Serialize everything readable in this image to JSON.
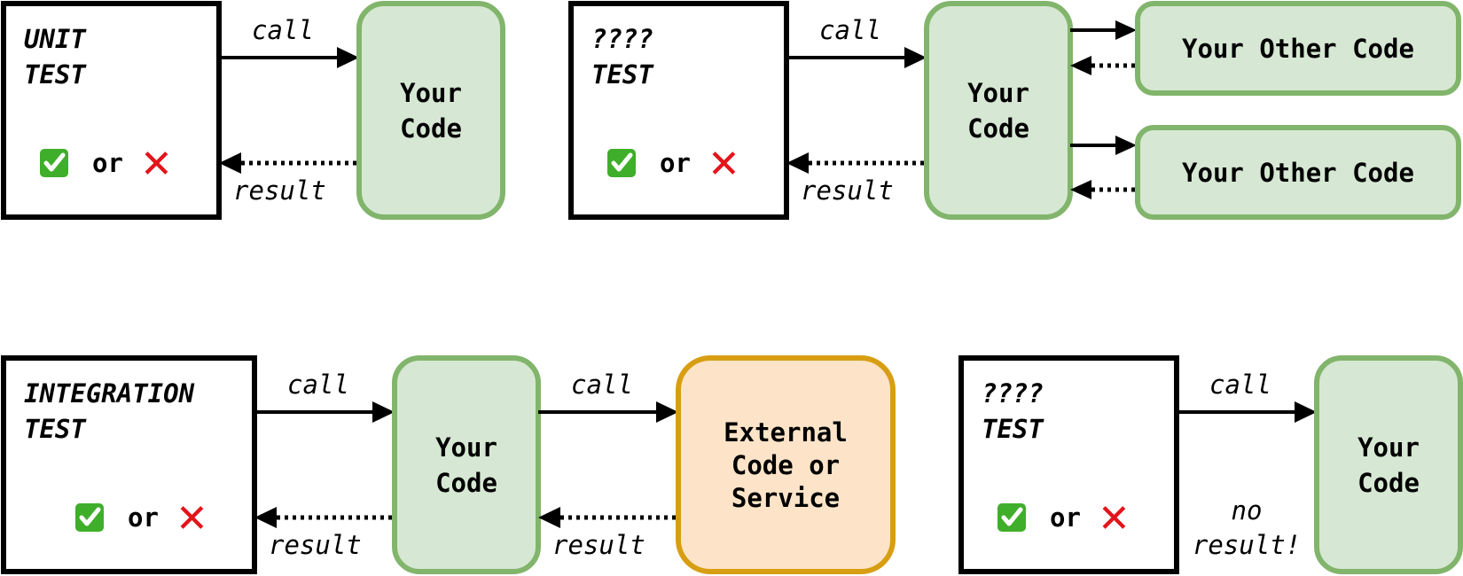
{
  "panels": {
    "unit": {
      "title_line1": "UNIT",
      "title_line2": "TEST",
      "or_text": "or",
      "call_label": "call",
      "result_label": "result",
      "code_line1": "Your",
      "code_line2": "Code"
    },
    "unknown_top": {
      "title_line1": "????",
      "title_line2": "TEST",
      "or_text": "or",
      "call_label": "call",
      "result_label": "result",
      "code_line1": "Your",
      "code_line2": "Code",
      "other_code_1": "Your Other Code",
      "other_code_2": "Your Other Code"
    },
    "integration": {
      "title_line1": "INTEGRATION",
      "title_line2": "TEST",
      "or_text": "or",
      "call_label": "call",
      "result_label": "result",
      "code_line1": "Your",
      "code_line2": "Code",
      "call_label_2": "call",
      "result_label_2": "result",
      "ext_line1": "External",
      "ext_line2": "Code or",
      "ext_line3": "Service"
    },
    "unknown_bottom": {
      "title_line1": "????",
      "title_line2": "TEST",
      "or_text": "or",
      "call_label": "call",
      "no_result_line1": "no",
      "no_result_line2": "result!",
      "code_line1": "Your",
      "code_line2": "Code"
    }
  },
  "icons": {
    "pass": "check-mark-button-icon",
    "fail": "cross-mark-icon",
    "pass_color": "#3fae2a",
    "fail_color": "#e3141b"
  },
  "colors": {
    "code_fill": "#d6e8d3",
    "code_stroke": "#82b56c",
    "external_fill": "#fde4c8",
    "external_stroke": "#d89e13",
    "test_stroke": "#000000"
  }
}
